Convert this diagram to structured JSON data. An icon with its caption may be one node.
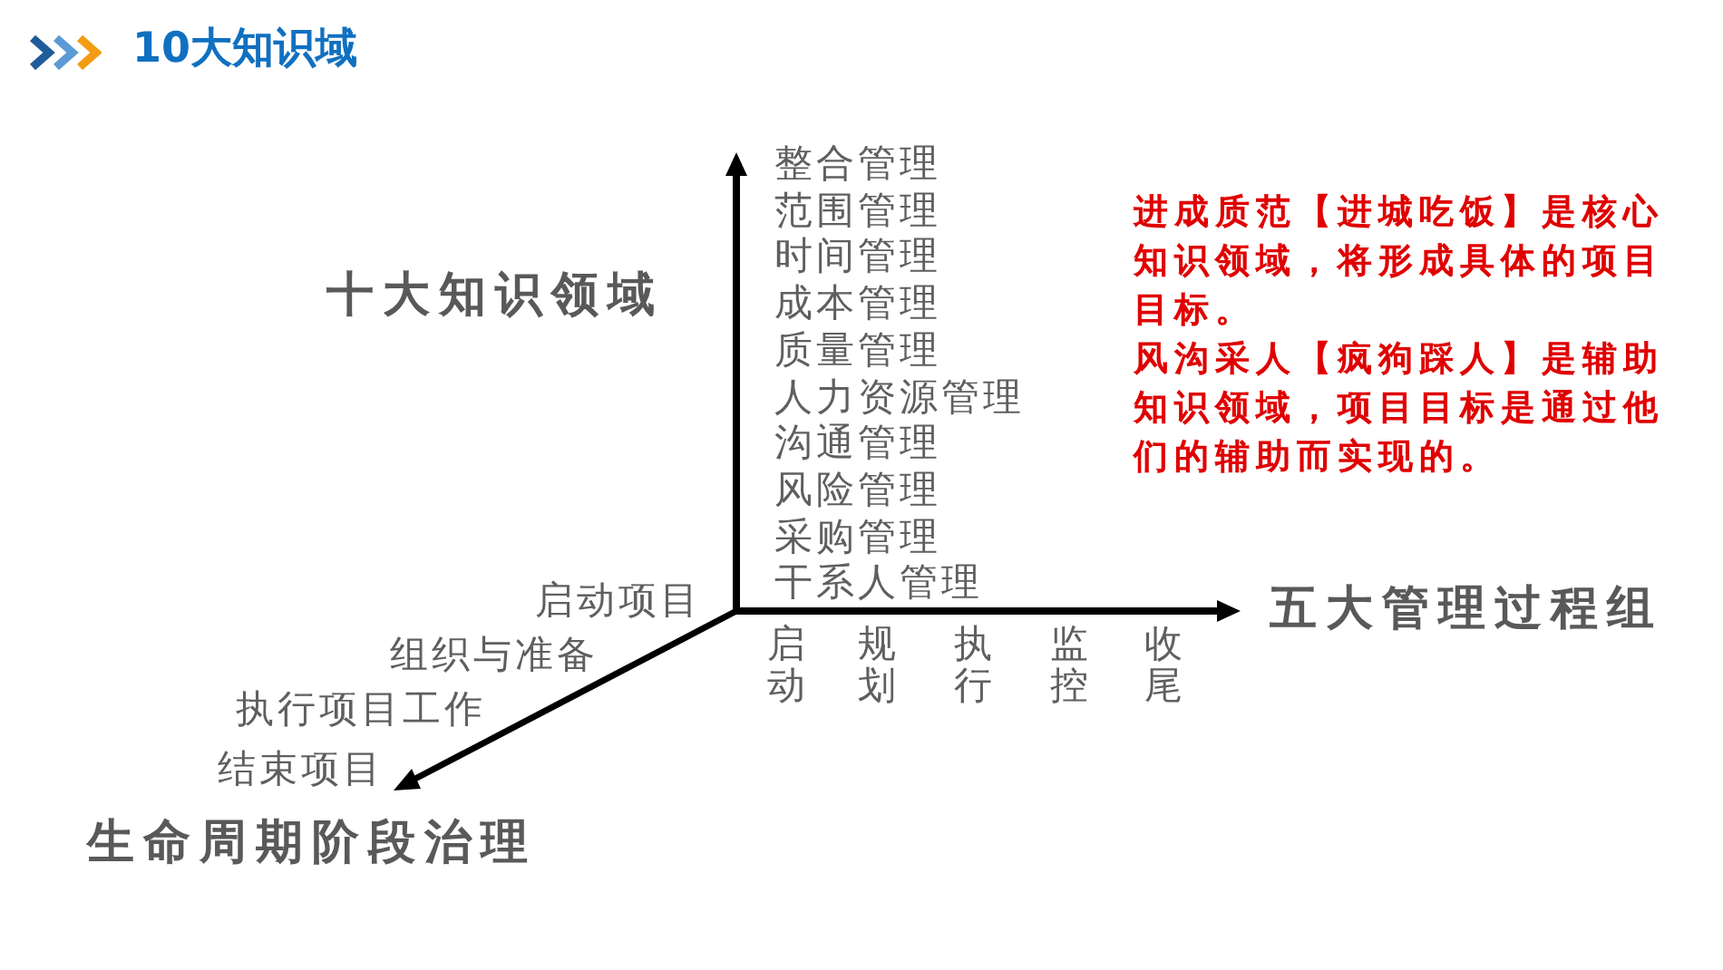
{
  "diagram": {
    "title": "10大知识域",
    "labels": [
      "十大知识领域",
      "整合管理",
      "范围管理",
      "时间管理",
      "成本管理",
      "质量管理",
      "人力资源管理",
      "沟通管理",
      "风险管理",
      "采购管理",
      "干系人管理",
      "进成质范【进城吃饭】是核心知识领域，将形成具体的项目目标。",
      "风沟采人【疯狗踩人】是辅助知识领域，项目目标是通过他们的辅助而实现的。",
      "启动项目",
      "组织与准备",
      "执行项目工作",
      "结束项目",
      "生命周期阶段治理",
      "启动",
      "规划",
      "执行",
      "监控",
      "收尾",
      "五大管理过程组"
    ]
  }
}
